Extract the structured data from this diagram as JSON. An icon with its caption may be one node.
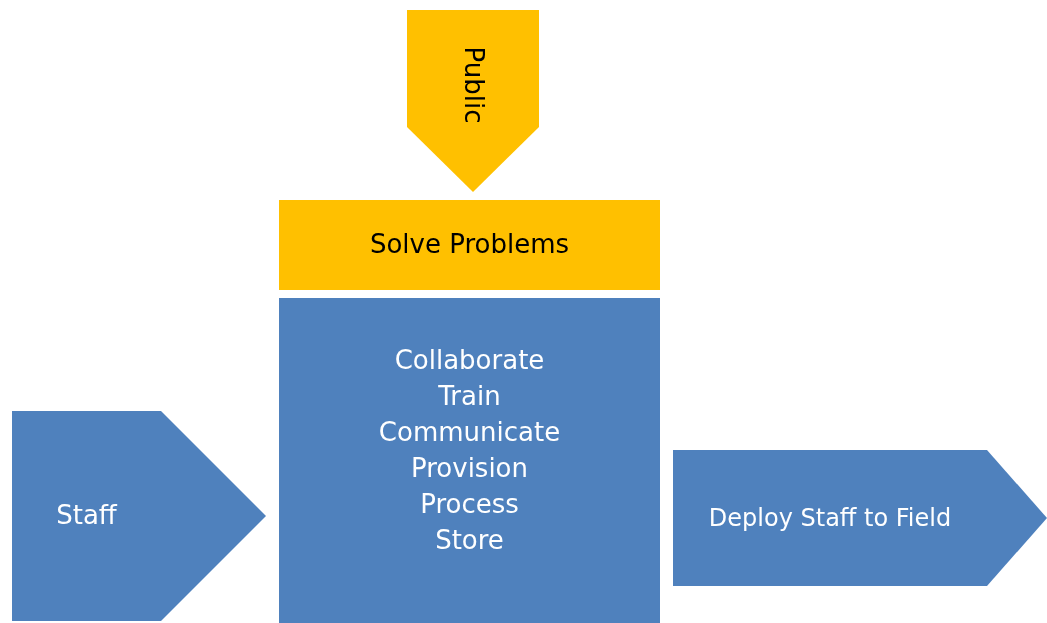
{
  "diagram": {
    "nodes": [
      {
        "text": [
          "Public"
        ]
      },
      {
        "text": [
          "Solve Problems"
        ]
      },
      {
        "text": [
          "Collaborate",
          "Train",
          "Communicate",
          "Provision",
          "Process",
          "Store"
        ]
      },
      {
        "text": [
          "Staff"
        ]
      },
      {
        "text": [
          "Deploy Staff to Field"
        ]
      }
    ]
  }
}
